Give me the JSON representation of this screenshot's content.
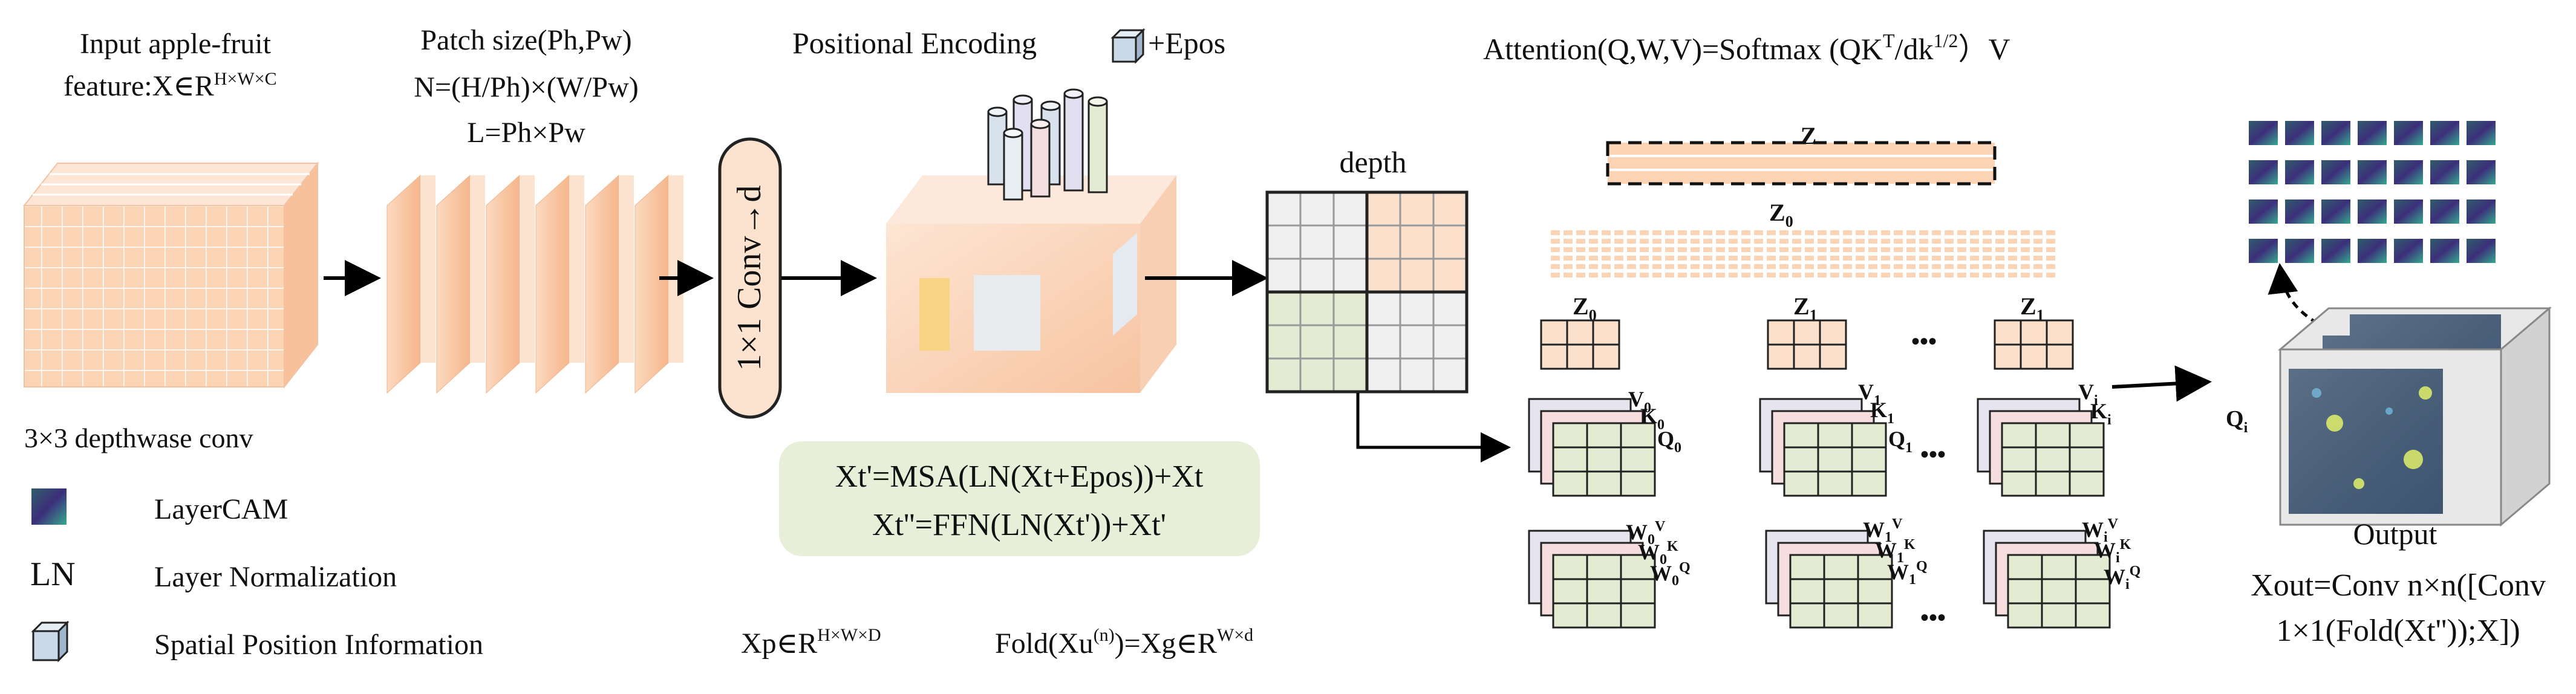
{
  "input": {
    "line1": "Input apple-fruit",
    "line2_pre": "feature:X∈R",
    "line2_sup": "H×W×C",
    "conv_label": "3×3 depthwase conv"
  },
  "patch": {
    "line1": "Patch size(Ph,Pw)",
    "line2": "N=(H/Ph)×(W/Pw)",
    "line3": "L=Ph×Pw"
  },
  "conv_box": {
    "label": "1×1 Conv→d"
  },
  "positional": {
    "label": "Positional Encoding",
    "epos": "+Epos"
  },
  "depth": {
    "label": "depth"
  },
  "attention": {
    "pre": "Attention(Q,W,V)=Softmax (QK",
    "sup1": "T",
    "mid": "/dk",
    "sup2": "1/2",
    "post": "）V"
  },
  "z": {
    "z_top": "Z",
    "z0": "Z",
    "z0_sub": "0"
  },
  "heads": [
    {
      "z": "Z",
      "z_sub": "0",
      "v": "V",
      "k": "K",
      "q": "Q",
      "idx": "0",
      "w": "W",
      "wv": "V",
      "wk": "K",
      "wq": "Q"
    },
    {
      "z": "Z",
      "z_sub": "1",
      "v": "V",
      "k": "K",
      "q": "Q",
      "idx": "1",
      "w": "W",
      "wv": "V",
      "wk": "K",
      "wq": "Q"
    },
    {
      "z": "Z",
      "z_sub": "1",
      "v": "V",
      "k": "K",
      "q": "Q",
      "idx": "i",
      "w": "W",
      "wv": "V",
      "wk": "K",
      "wq": "Q"
    }
  ],
  "ellipsis": "•••",
  "formulas": {
    "line1": "Xt'=MSA(LN(Xt+Epos))+Xt",
    "line2": "Xt''=FFN(LN(Xt'))+Xt'"
  },
  "output": {
    "label": "Output",
    "qi": "Q",
    "qi_sub": "i",
    "formula1": "Xout=Conv n×n([Conv",
    "formula2": "1×1(Fold(Xt''));X])"
  },
  "legend": {
    "layercam": "LayerCAM",
    "ln_symbol": "LN",
    "ln": "Layer Normalization",
    "spatial": "Spatial Position Information"
  },
  "xp": {
    "pre": "Xp∈R",
    "sup": "H×W×D"
  },
  "fold": {
    "pre": "Fold(Xu",
    "sup1": "(n)",
    "mid": ")=Xg∈R",
    "sup2": "W×d"
  },
  "colors": {
    "peach": "#fbd4b6",
    "peach_dark": "#f4b48a",
    "green": "#e3ecd3",
    "formula_bg": "#e8efd9",
    "pink": "#f6dede",
    "lavender": "#e6e4ef",
    "conv_fill": "#fce3cf"
  }
}
